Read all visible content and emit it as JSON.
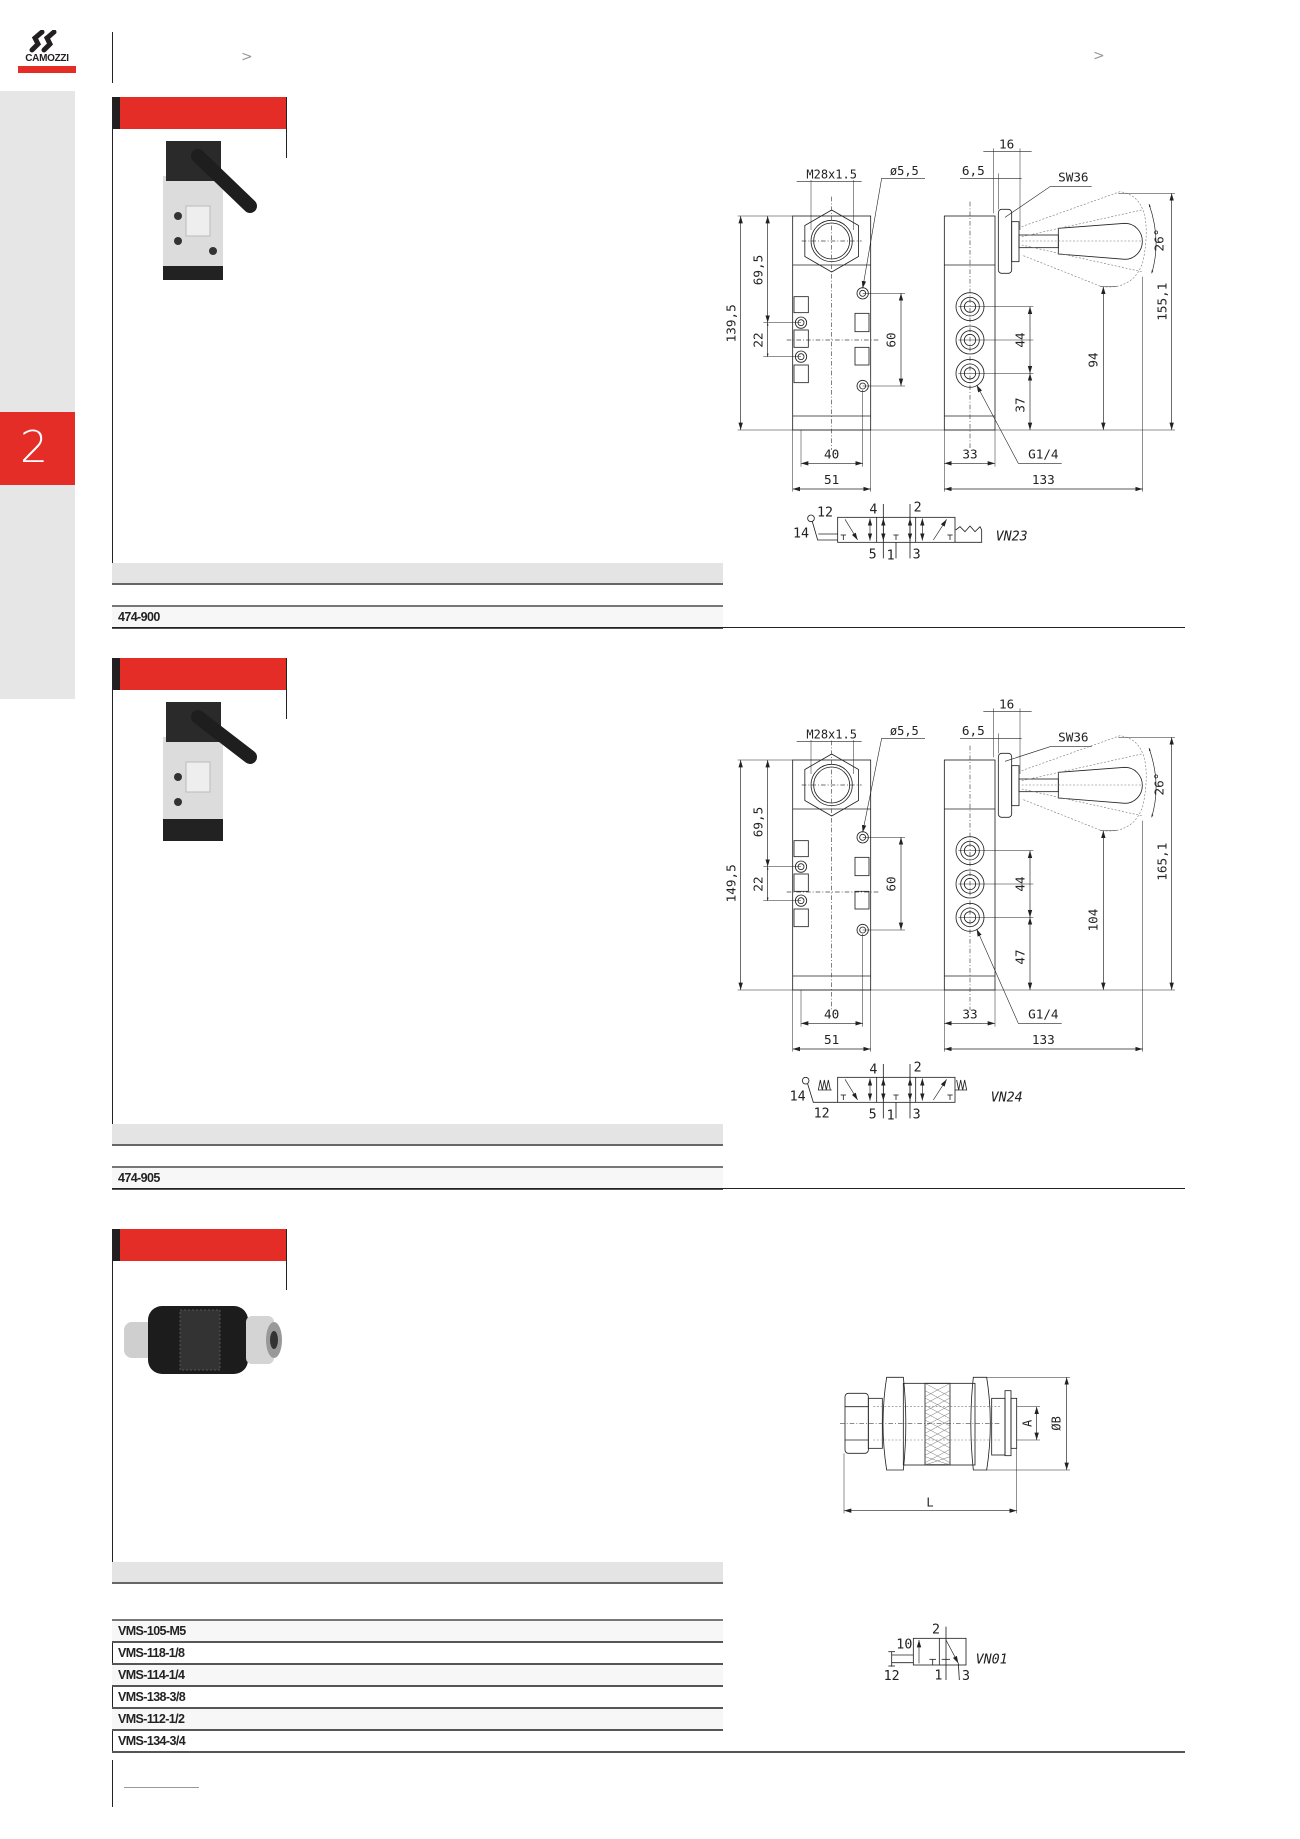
{
  "logo": {
    "text": "CAMOZZI",
    "brand_color": "#e52d27",
    "icon": "camozzi-logo-icon"
  },
  "header": {
    "chevrons": [
      "chevron-right-icon",
      "chevron-right-icon"
    ],
    "chevron_glyph": ">"
  },
  "sidebar": {
    "chapter": "2",
    "accent": "#e52d27"
  },
  "sections": [
    {
      "image": "manual-valve-lever-photo",
      "codes": [
        "474-900"
      ],
      "drawing": {
        "thread": "M28x1.5",
        "hole": "ø5,5",
        "d16": "16",
        "d6_5": "6,5",
        "sw": "SW36",
        "total_h": "139,5",
        "h69_5": "69,5",
        "h22": "22",
        "h60": "60",
        "w40": "40",
        "w51": "51",
        "s33": "33",
        "s133": "133",
        "s44": "44",
        "s_low": "37",
        "s_lever": "94",
        "s_total": "155,1",
        "angle": "26°",
        "port": "G1/4",
        "symbol": {
          "code": "VN23",
          "p4": "4",
          "p2": "2",
          "p5": "5",
          "p1": "1",
          "p3": "3",
          "p12": "12",
          "p14": "14"
        }
      }
    },
    {
      "image": "manual-valve-lever-spring-photo",
      "codes": [
        "474-905"
      ],
      "drawing": {
        "thread": "M28x1.5",
        "hole": "ø5,5",
        "d16": "16",
        "d6_5": "6,5",
        "sw": "SW36",
        "total_h": "149,5",
        "h69_5": "69,5",
        "h22": "22",
        "h60": "60",
        "w40": "40",
        "w51": "51",
        "s33": "33",
        "s133": "133",
        "s44": "44",
        "s_low": "47",
        "s_lever": "104",
        "s_total": "165,1",
        "angle": "26°",
        "port": "G1/4",
        "symbol": {
          "code": "VN24",
          "p4": "4",
          "p2": "2",
          "p5": "5",
          "p1": "1",
          "p3": "3",
          "p12": "12",
          "p14": "14"
        }
      }
    },
    {
      "image": "sleeve-valve-photo",
      "codes": [
        "VMS-105-M5",
        "VMS-118-1/8",
        "VMS-114-1/4",
        "VMS-138-3/8",
        "VMS-112-1/2",
        "VMS-134-3/4"
      ],
      "drawing": {
        "dim_a": "A",
        "dim_b": "ØB",
        "dim_l": "L",
        "symbol": {
          "code": "VN01",
          "p2": "2",
          "p10": "10",
          "p12": "12",
          "p1": "1",
          "p3": "3"
        }
      }
    }
  ]
}
